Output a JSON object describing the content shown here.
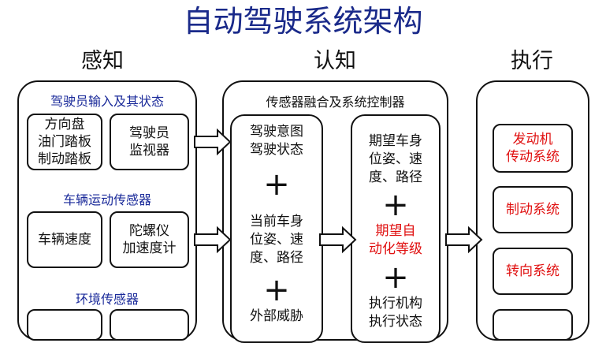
{
  "title": "自动驾驶系统架构",
  "columns": {
    "perception": "感知",
    "cognition": "认知",
    "execution": "执行"
  },
  "perception": {
    "driver_label": "驾驶员输入及其状态",
    "driver_controls": "方向盘\n油门踏板\n制动踏板",
    "driver_monitor": "驾驶员\n监视器",
    "vehicle_label": "车辆运动传感器",
    "vehicle_speed": "车辆速度",
    "gyro": "陀螺仪\n加速度计",
    "env_label": "环境传感器"
  },
  "cognition": {
    "panel_label": "传感器融合及系统控制器",
    "left": {
      "item1": "驾驶意图\n驾驶状态",
      "item2": "当前车身\n位姿、速\n度、路径",
      "item3": "外部威胁"
    },
    "right": {
      "item1": "期望车身\n位姿、速\n度、路径",
      "item2": "期望自\n动化等级",
      "item3": "执行机构\n执行状态"
    },
    "plus": "+"
  },
  "execution": {
    "item1": "发动机\n传动系统",
    "item2": "制动系统",
    "item3": "转向系统"
  },
  "colors": {
    "title": "#1a2a8a",
    "label_blue": "#1a2a9a",
    "accent_red": "#e01010"
  }
}
